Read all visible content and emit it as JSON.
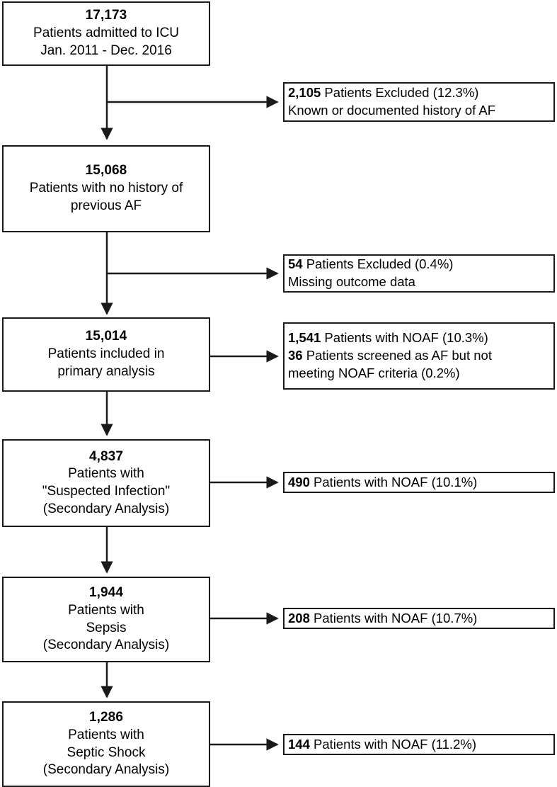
{
  "figure": {
    "type": "flow-diagram",
    "title": "Patient inclusion flow diagram",
    "stroke_color": "#1a1a1a",
    "background_color": "#ffffff"
  },
  "nodes": [
    {
      "id": "admitted",
      "count": "17,173",
      "lines": [
        "Patients admitted to ICU",
        "Jan. 2011 - Dec. 2016"
      ]
    },
    {
      "id": "no-history-af",
      "count": "15,068",
      "lines": [
        "Patients with no history of",
        "previous AF"
      ]
    },
    {
      "id": "primary-analysis",
      "count": "15,014",
      "lines": [
        "Patients included in",
        "primary analysis"
      ]
    },
    {
      "id": "suspected-infection",
      "count": "4,837",
      "lines": [
        "Patients with",
        "\"Suspected Infection\"",
        "(Secondary Analysis)"
      ]
    },
    {
      "id": "sepsis",
      "count": "1,944",
      "lines": [
        "Patients with",
        "Sepsis",
        "(Secondary Analysis)"
      ]
    },
    {
      "id": "septic-shock",
      "count": "1,286",
      "lines": [
        "Patients with",
        "Septic Shock",
        "(Secondary Analysis)"
      ]
    }
  ],
  "side_boxes": [
    {
      "id": "excluded-af-history",
      "rows": [
        {
          "bold": "2,105",
          "rest": " Patients Excluded (12.3%)"
        },
        {
          "bold": "",
          "rest": "Known or documented history of AF"
        }
      ]
    },
    {
      "id": "excluded-missing-outcome",
      "rows": [
        {
          "bold": "54",
          "rest": " Patients Excluded (0.4%)"
        },
        {
          "bold": "",
          "rest": "Missing outcome data"
        }
      ]
    },
    {
      "id": "noaf-primary",
      "rows": [
        {
          "bold": "1,541",
          "rest": " Patients with NOAF (10.3%)"
        },
        {
          "bold": "36",
          "rest": " Patients screened as AF but not"
        },
        {
          "bold": "",
          "rest": "meeting NOAF criteria (0.2%)"
        }
      ]
    },
    {
      "id": "noaf-suspected-infection",
      "rows": [
        {
          "bold": "490",
          "rest": " Patients with NOAF (10.1%)"
        }
      ]
    },
    {
      "id": "noaf-sepsis",
      "rows": [
        {
          "bold": "208",
          "rest": " Patients with NOAF (10.7%)"
        }
      ]
    },
    {
      "id": "noaf-septic-shock",
      "rows": [
        {
          "bold": "144",
          "rest": " Patients with NOAF (11.2%)"
        }
      ]
    }
  ]
}
